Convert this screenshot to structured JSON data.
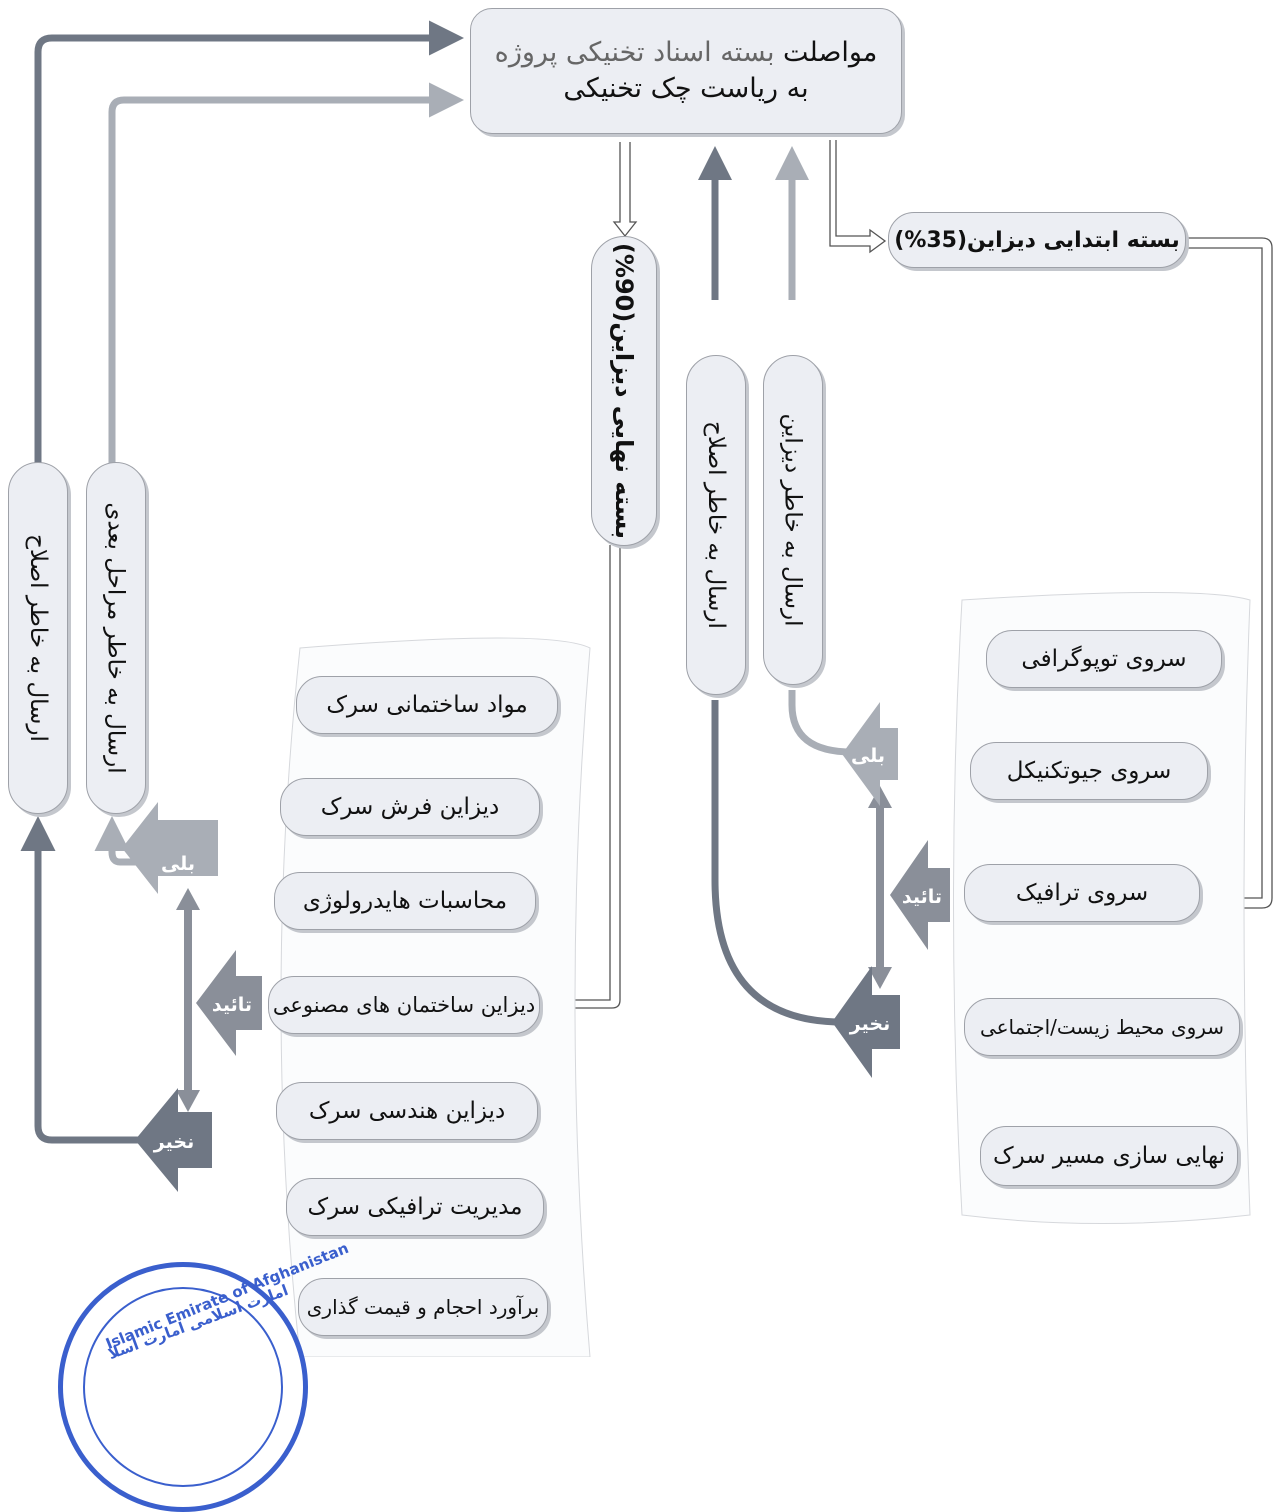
{
  "top_box": {
    "line1_bold": "مواصلت",
    "line1_rest": " بسته اسناد تخنیکی پروژه",
    "line2": "به ریاست چک تخنیکی"
  },
  "initial_package": "بسته ابتدایی دیزاین(35%)",
  "final_package": "بسته نهایی دیزاین(90%)",
  "send_for_revision": "ارسال به خاطر اصلاح",
  "send_for_design": "ارسال به خاطر دیزاین",
  "send_for_next_steps": "ارسال به خاطر مراحل بعدی",
  "decisions": {
    "yes": "بلی",
    "approve": "تائید",
    "no": "نخیر"
  },
  "survey_items": [
    "سروی توپوگرافی",
    "سروی جیوتکنیکل",
    "سروی ترافیک",
    "سروی محیط زیست/اجتماعی",
    "نهایی سازی مسیر سرک"
  ],
  "design_items": [
    "مواد ساختمانی سرک",
    "دیزاین فرش سرک",
    "محاسبات هایدرولوژی",
    "دیزاین ساختمان های مصنوعی",
    "دیزاین هندسی سرک",
    "مدیریت ترافیکی سرک",
    "برآورد احجام و قیمت گذاری"
  ],
  "stamp": {
    "line1": "Islamic Emirate of Afghanistan",
    "line2": "امارت اسلامی امارت اسلا"
  },
  "colors": {
    "dark_arrow": "#6f7784",
    "light_arrow": "#a9aeb6",
    "box_fill": "#eceef3",
    "stamp_blue": "#3a5fcd"
  }
}
